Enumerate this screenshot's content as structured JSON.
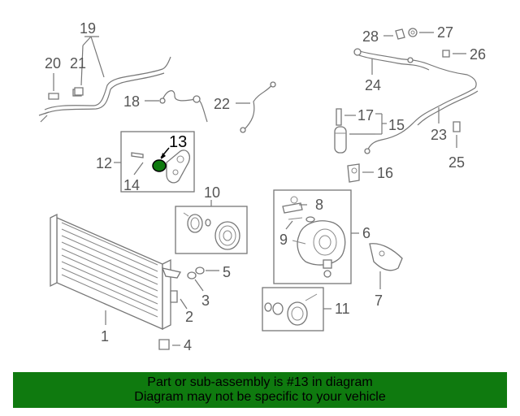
{
  "callouts": {
    "c1": "1",
    "c2": "2",
    "c3": "3",
    "c4": "4",
    "c5": "5",
    "c6": "6",
    "c7": "7",
    "c8": "8",
    "c9": "9",
    "c10": "10",
    "c11": "11",
    "c12": "12",
    "c13": "13",
    "c14": "14",
    "c15": "15",
    "c16": "16",
    "c17": "17",
    "c18": "18",
    "c19": "19",
    "c20": "20",
    "c21": "21",
    "c22": "22",
    "c23": "23",
    "c24": "24",
    "c25": "25",
    "c26": "26",
    "c27": "27",
    "c28": "28"
  },
  "highlighted_part": "13",
  "banner": {
    "line1": "Part or sub-assembly is #13 in diagram",
    "line2": "Diagram may not be specific to your vehicle",
    "color": "#0f7a0f"
  }
}
